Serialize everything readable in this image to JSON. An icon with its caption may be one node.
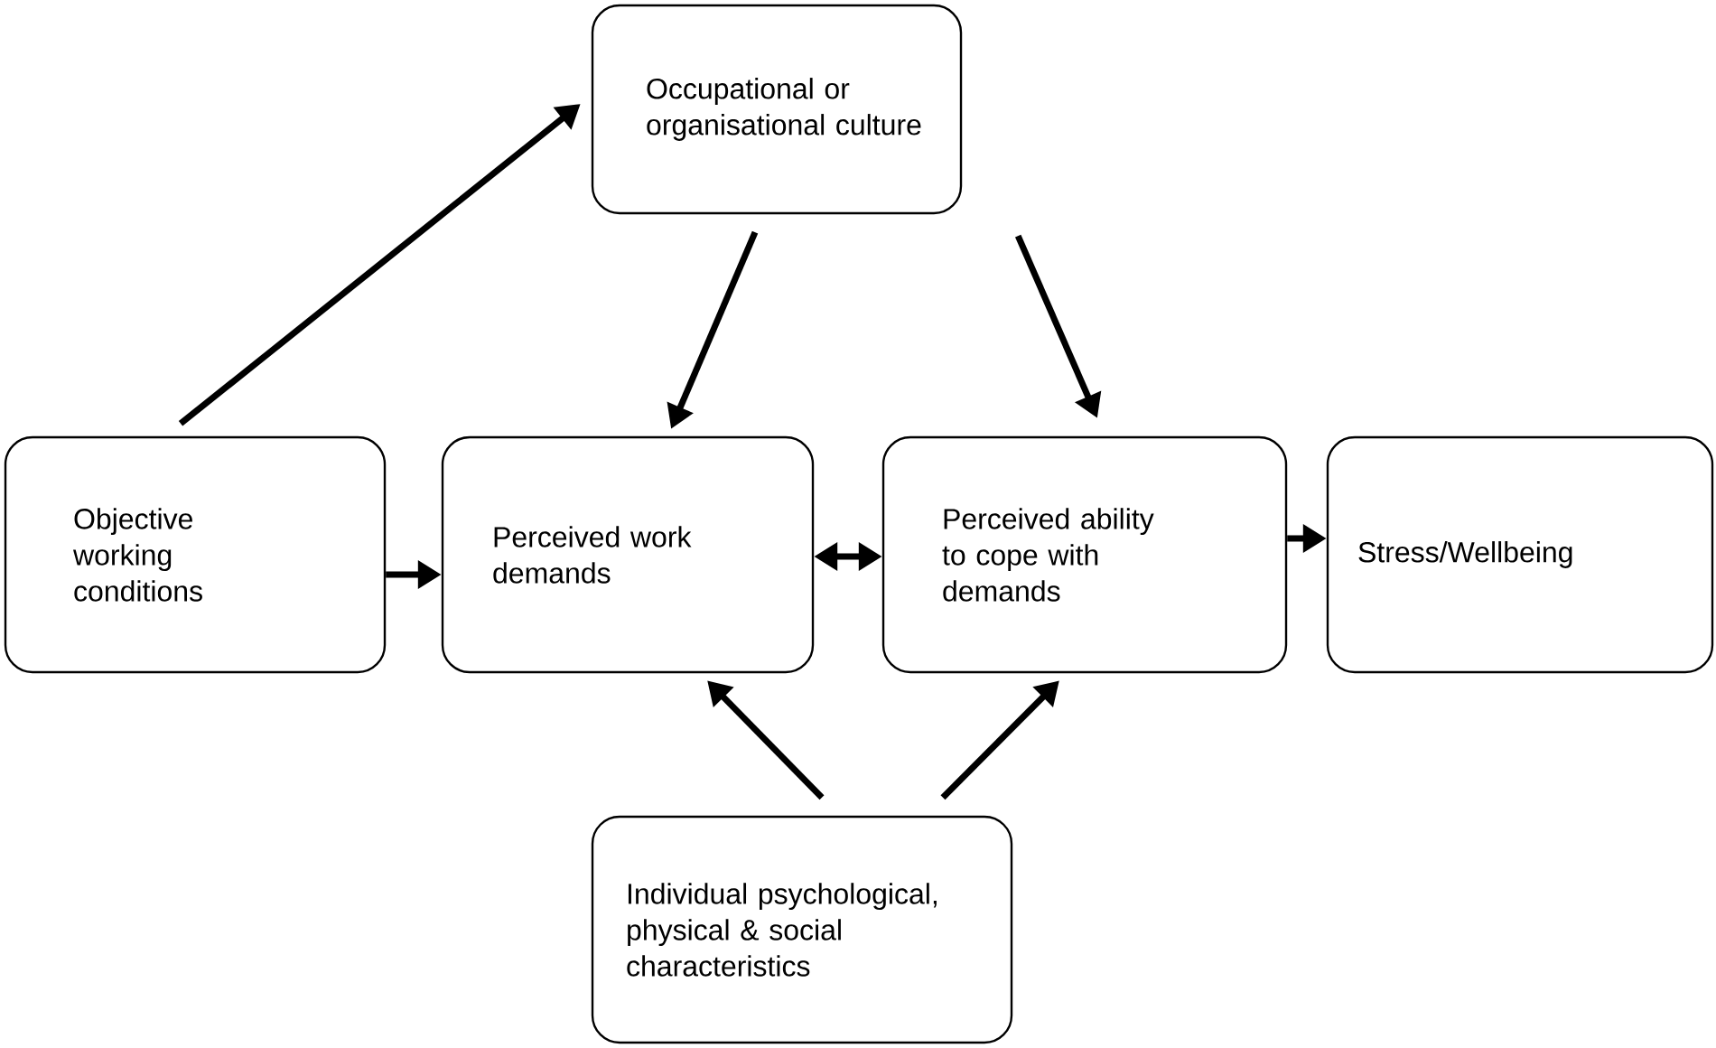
{
  "diagram": {
    "nodes": [
      {
        "text": [
          "Occupational or organisational culture"
        ]
      },
      {
        "text": [
          "Objective working conditions"
        ]
      },
      {
        "text": [
          "Perceived work demands"
        ]
      },
      {
        "text": [
          "Perceived ability to cope with demands"
        ]
      },
      {
        "text": [
          "Stress/Wellbeing"
        ]
      },
      {
        "text": [
          "Individual psychological, physical & social characteristics"
        ]
      }
    ],
    "edges": [
      {
        "from": 1,
        "to": 0,
        "arrow": "to"
      },
      {
        "from": 0,
        "to": 2,
        "arrow": "to"
      },
      {
        "from": 0,
        "to": 3,
        "arrow": "to"
      },
      {
        "from": 1,
        "to": 2,
        "arrow": "to"
      },
      {
        "from": 2,
        "to": 3,
        "arrow": "both"
      },
      {
        "from": 3,
        "to": 4,
        "arrow": "to"
      },
      {
        "from": 5,
        "to": 2,
        "arrow": "to"
      },
      {
        "from": 5,
        "to": 3,
        "arrow": "to"
      }
    ]
  }
}
